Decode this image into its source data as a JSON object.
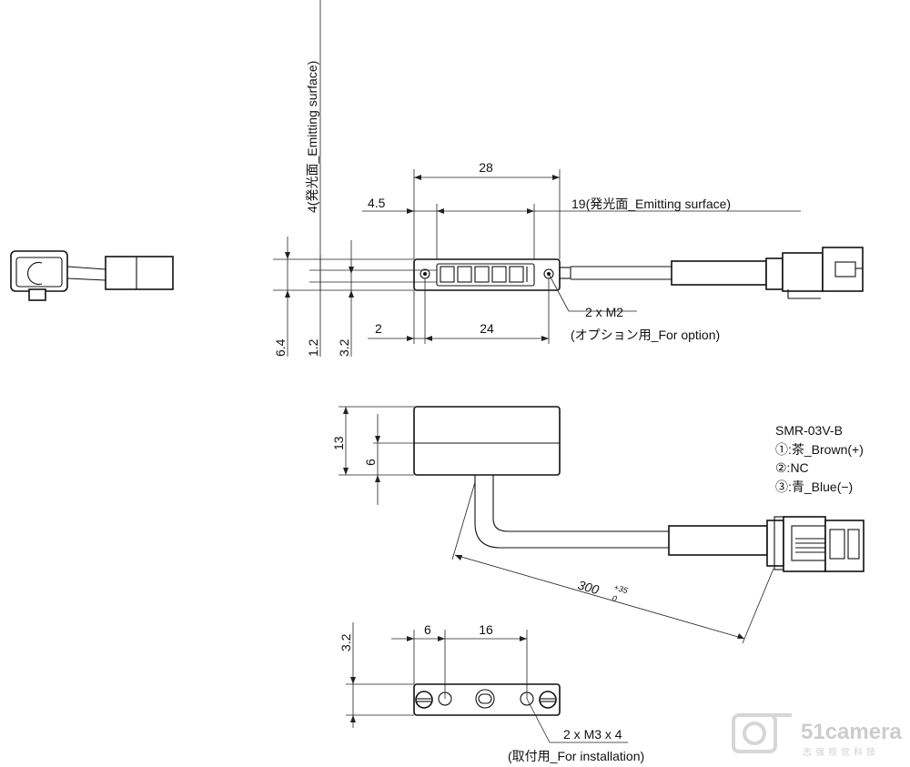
{
  "dims": {
    "emit_top": "4(発光面_Emitting surface)",
    "len_28": "28",
    "offset_45": "4.5",
    "emit_19": "19(発光面_Emitting surface)",
    "h_64": "6.4",
    "h_12": "1.2",
    "h_32a": "3.2",
    "w_2": "2",
    "w_24": "24",
    "h_13": "13",
    "h_6": "6",
    "cable_len": "300",
    "tol_plus": "+35",
    "tol_minus": "0",
    "h_32b": "3.2",
    "w_6": "6",
    "w_16": "16"
  },
  "notes": {
    "m2_count": "2 x M2",
    "m2_note": "(オプション用_For option)",
    "m3_count": "2 x M3 x 4",
    "m3_note": "(取付用_For installation)"
  },
  "connector": {
    "model": "SMR-03V-B",
    "pin1": "①:茶_Brown(+)",
    "pin2": "②:NC",
    "pin3": "③:青_Blue(−)"
  },
  "watermark": {
    "brand": "51camera",
    "sub": "志强视觉科技"
  }
}
